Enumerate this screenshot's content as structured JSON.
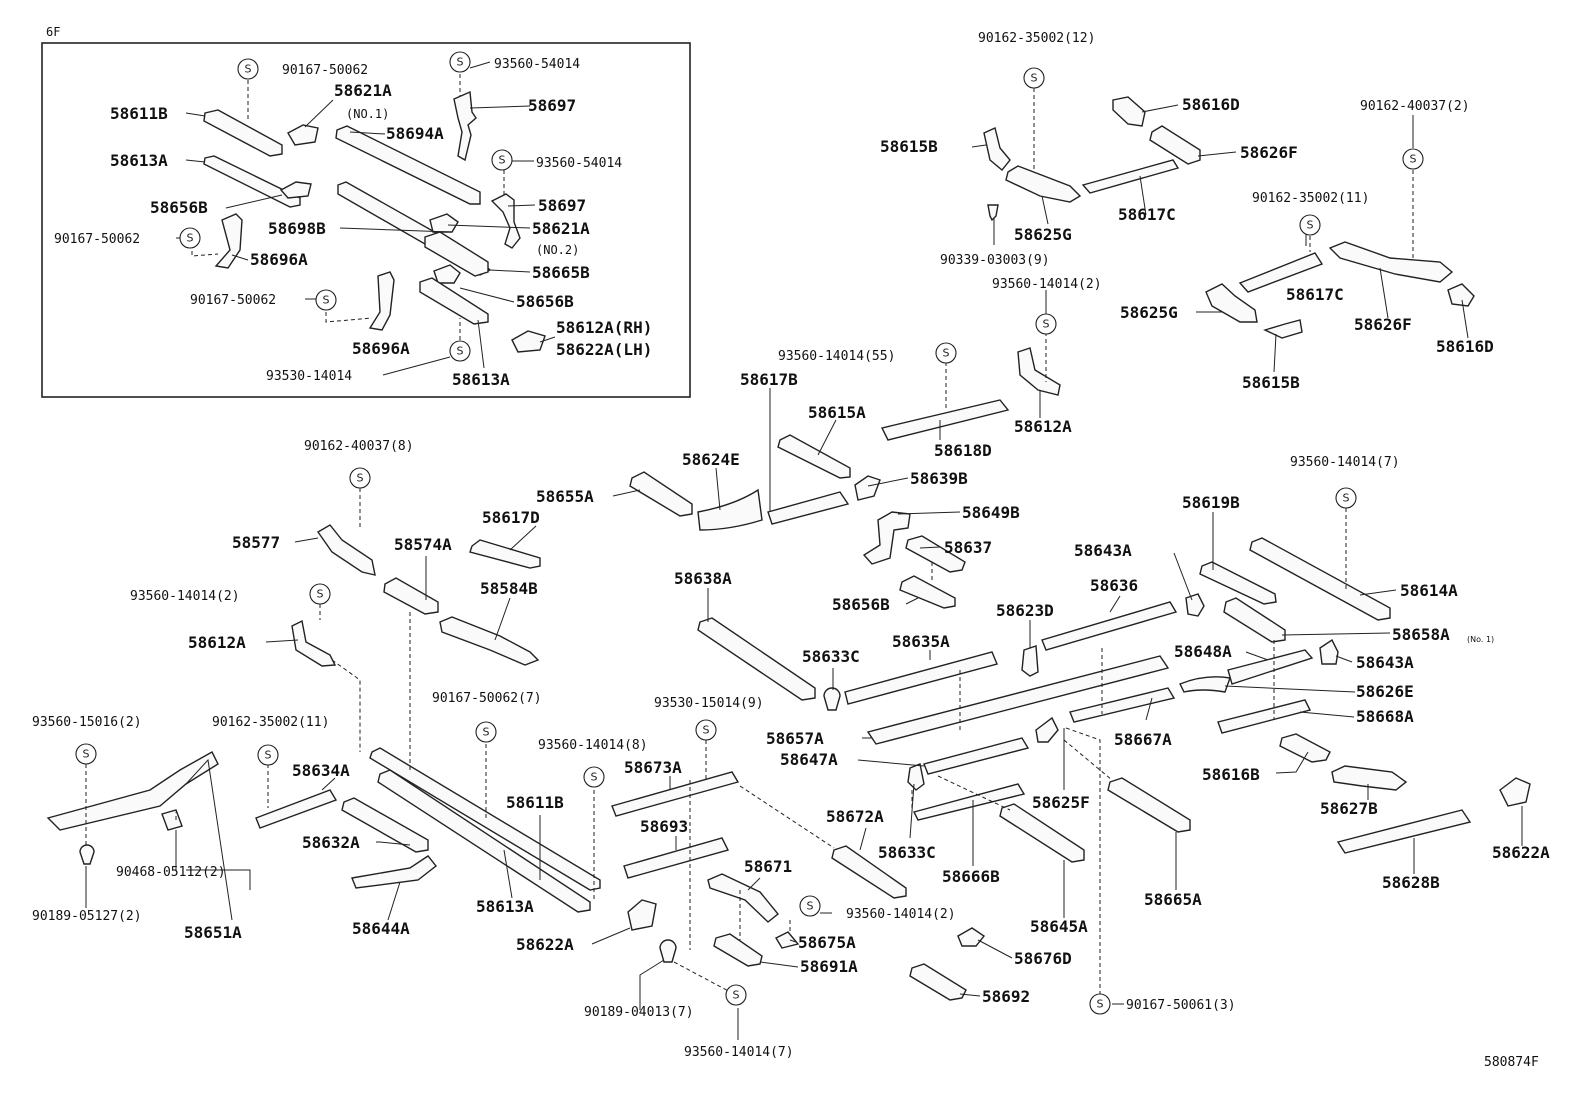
{
  "diagram": {
    "inset_title": "6F",
    "footer_code": "580874F",
    "labels": {
      "l001": "90167-50062",
      "l002": "58621A",
      "l003": "(NO.1)",
      "l004": "58611B",
      "l005": "93560-54014",
      "l006": "58697",
      "l007": "58694A",
      "l008": "93560-54014",
      "l009": "58613A",
      "l010": "58697",
      "l011": "58656B",
      "l012": "58621A",
      "l013": "(NO.2)",
      "l014": "58698B",
      "l015": "90167-50062",
      "l016": "58696A",
      "l017": "58665B",
      "l018": "90167-50062",
      "l019": "58656B",
      "l020": "58612A(RH)",
      "l021": "58622A(LH)",
      "l022": "58696A",
      "l023": "93530-14014",
      "l024": "58613A",
      "l101": "90162-35002(12)",
      "l102": "58616D",
      "l103": "58615B",
      "l104": "58626F",
      "l105": "90162-40037(2)",
      "l106": "58617C",
      "l107": "58625G",
      "l108": "90339-03003(9)",
      "l109": "93560-14014(2)",
      "l110": "90162-35002(11)",
      "l111": "58617C",
      "l112": "58625G",
      "l113": "58626F",
      "l114": "58616D",
      "l115": "58615B",
      "l116": "93560-14014(55)",
      "l117": "58617B",
      "l118": "58615A",
      "l119": "58618D",
      "l120": "58612A",
      "l121": "58624E",
      "l122": "58655A",
      "l123": "58639B",
      "l124": "90162-40037(8)",
      "l125": "58617D",
      "l126": "58649B",
      "l127": "58577",
      "l128": "58574A",
      "l129": "58637",
      "l130": "58584B",
      "l131": "93560-14014(7)",
      "l132": "58619B",
      "l133": "58643A",
      "l134": "93560-14014(2)",
      "l135": "58638A",
      "l136": "58636",
      "l137": "58614A",
      "l138": "58656B",
      "l139": "58623D",
      "l140": "58612A",
      "l141": "58658A",
      "l142": "(No. 1)",
      "l143": "58635A",
      "l144": "58633C",
      "l145": "58648A",
      "l146": "58643A",
      "l147": "90167-50062(7)",
      "l148": "58626E",
      "l149": "93530-15014(9)",
      "l150": "93560-15016(2)",
      "l151": "90162-35002(11)",
      "l152": "58668A",
      "l153": "58657A",
      "l154": "58667A",
      "l155": "93560-14014(8)",
      "l156": "58673A",
      "l157": "58647A",
      "l158": "58634A",
      "l159": "58611B",
      "l160": "58616B",
      "l161": "58625F",
      "l162": "58627B",
      "l163": "58632A",
      "l164": "58693",
      "l165": "58672A",
      "l166": "58633C",
      "l167": "58622A",
      "l168": "90468-05112(2)",
      "l169": "58671",
      "l170": "58666B",
      "l171": "58628B",
      "l172": "90189-05127(2)",
      "l173": "58651A",
      "l174": "58613A",
      "l175": "93560-14014(2)",
      "l176": "58665A",
      "l177": "58644A",
      "l178": "58622A",
      "l179": "58675A",
      "l180": "58645A",
      "l181": "58676D",
      "l182": "58691A",
      "l183": "58692",
      "l184": "90167-50061(3)",
      "l185": "90189-04013(7)",
      "l186": "93560-14014(7)"
    }
  }
}
